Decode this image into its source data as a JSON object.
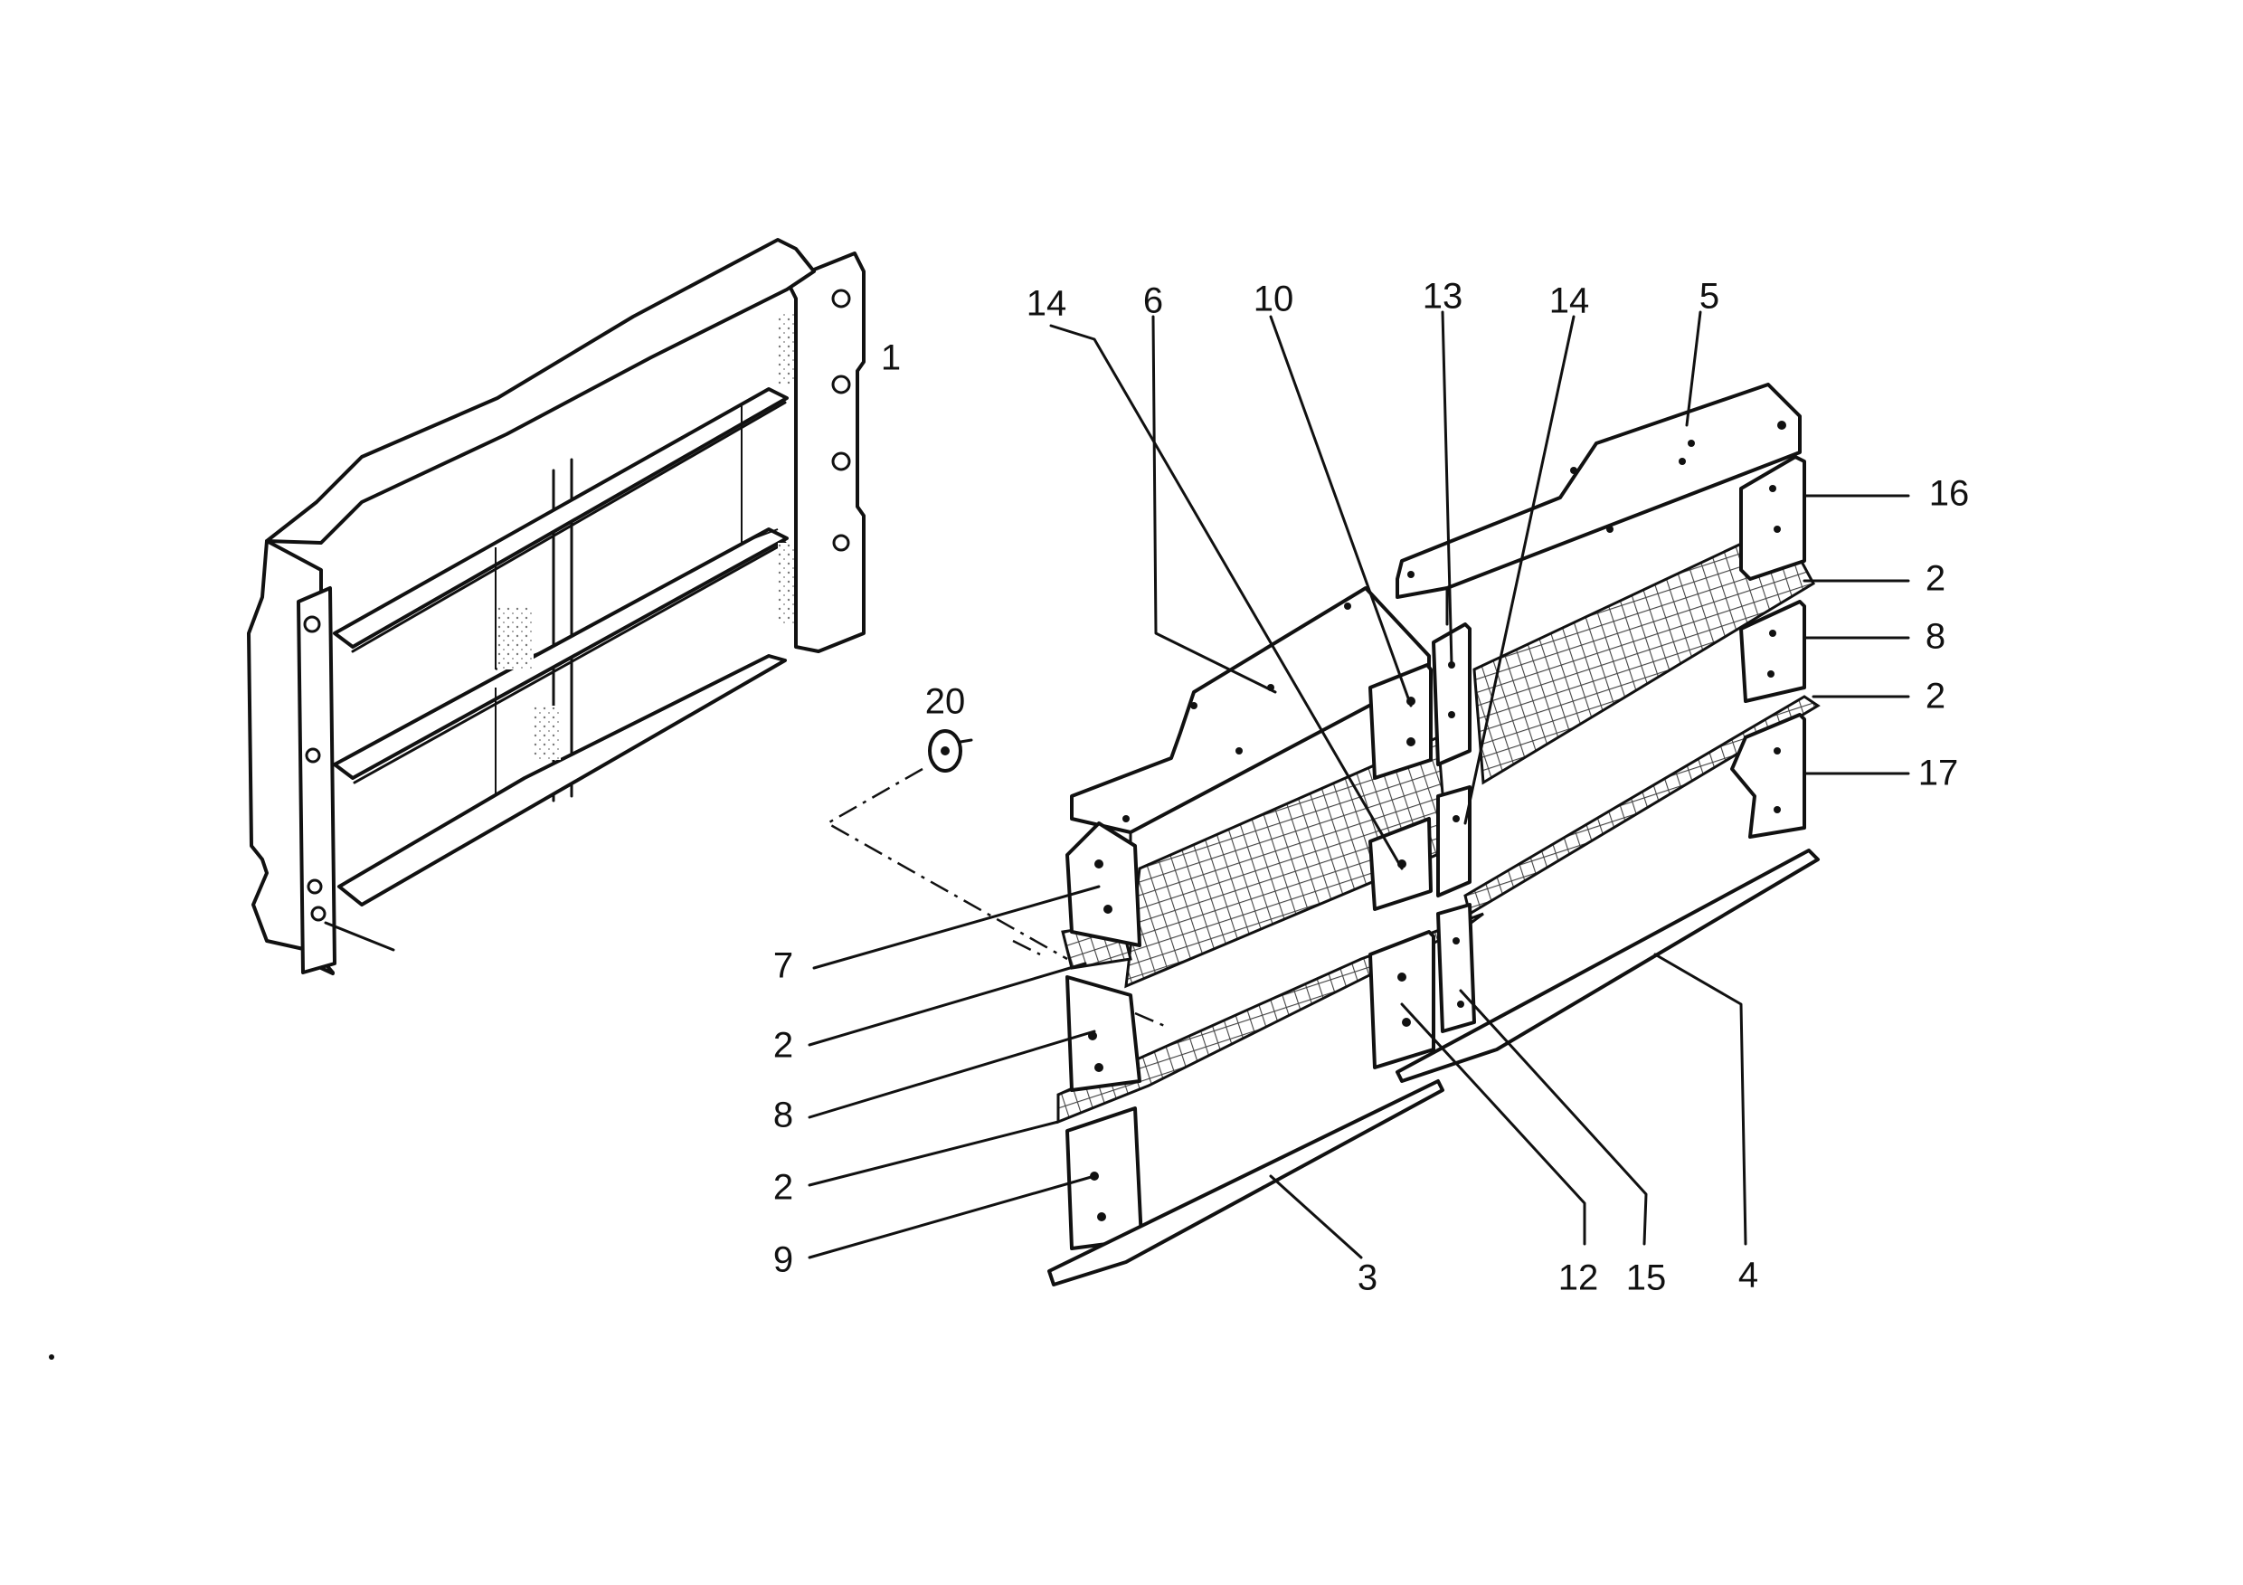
{
  "colors": {
    "ink": "#111111",
    "paper": "#ffffff",
    "mesh": "#555555",
    "stipple": "#888888"
  },
  "labels": {
    "l1": "1",
    "l2a": "2",
    "l2b": "2",
    "l2c": "2",
    "l2d": "2",
    "l3": "3",
    "l4": "4",
    "l5": "5",
    "l6": "6",
    "l7": "7",
    "l8a": "8",
    "l8b": "8",
    "l9": "9",
    "l10": "10",
    "l12": "12",
    "l13": "13",
    "l14a": "14",
    "l14b": "14",
    "l15": "15",
    "l16": "16",
    "l17": "17",
    "l20": "20"
  }
}
